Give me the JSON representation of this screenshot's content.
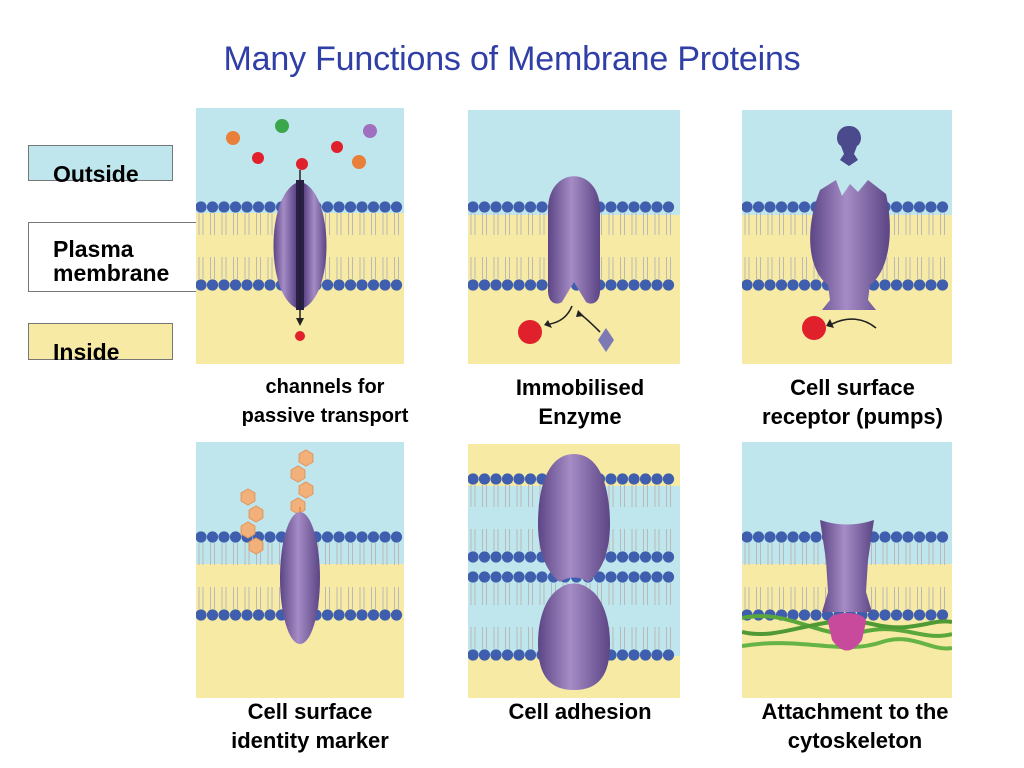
{
  "title": "Many Functions of Membrane Proteins",
  "legend": {
    "outside": "Outside",
    "plasma_membrane": "Plasma\nmembrane",
    "inside": "Inside"
  },
  "captions": {
    "channels": "channels for\npassive transport",
    "enzyme": "Immobilised\nEnzyme",
    "receptor": "Cell surface\nreceptor (pumps)",
    "identity": "Cell surface\nidentity marker",
    "adhesion": "Cell adhesion",
    "cytoskeleton": "Attachment to the\ncytoskeleton"
  },
  "colors": {
    "title": "#2f3fa6",
    "outside": "#bfe6ec",
    "inside": "#f7eaa5",
    "lipid_head": "#3f5fae",
    "protein": "#8c6fae",
    "filament": "#5aa83c",
    "molecule_red": "#e0202a",
    "molecule_orange": "#e8803a",
    "molecule_green": "#3aa84a",
    "molecule_purple": "#a070c0",
    "sugar": "#f2b07a"
  }
}
